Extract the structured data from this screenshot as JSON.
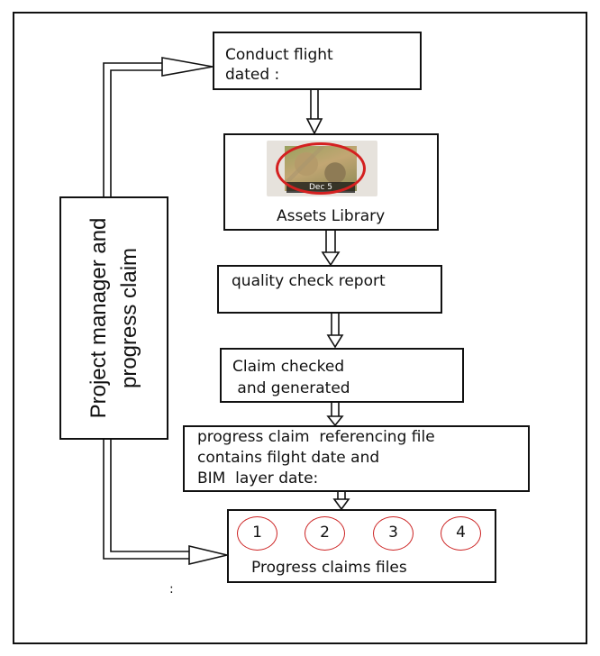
{
  "boxes": {
    "conduct_flight": "Conduct flight",
    "conduct_flight_dated": "dated :",
    "assets_library": "Assets Library",
    "thumbnail_label": "Dec 5",
    "quality_check": "quality check report",
    "claim_checked_1": "Claim checked",
    "claim_checked_2": " and generated",
    "referencing_1": "progress claim  referencing file",
    "referencing_2": "contains filght date and",
    "referencing_3": "BIM  layer date:",
    "progress_files": "Progress claims files"
  },
  "side_panel": {
    "line1": "Project manager and",
    "line2": "progress claim"
  },
  "claim_files": [
    "1",
    "2",
    "3",
    "4"
  ],
  "stray_mark": ":",
  "colors": {
    "circle_outline": "#cc2222",
    "highlight_ring": "#d42020",
    "stroke": "#111111"
  }
}
